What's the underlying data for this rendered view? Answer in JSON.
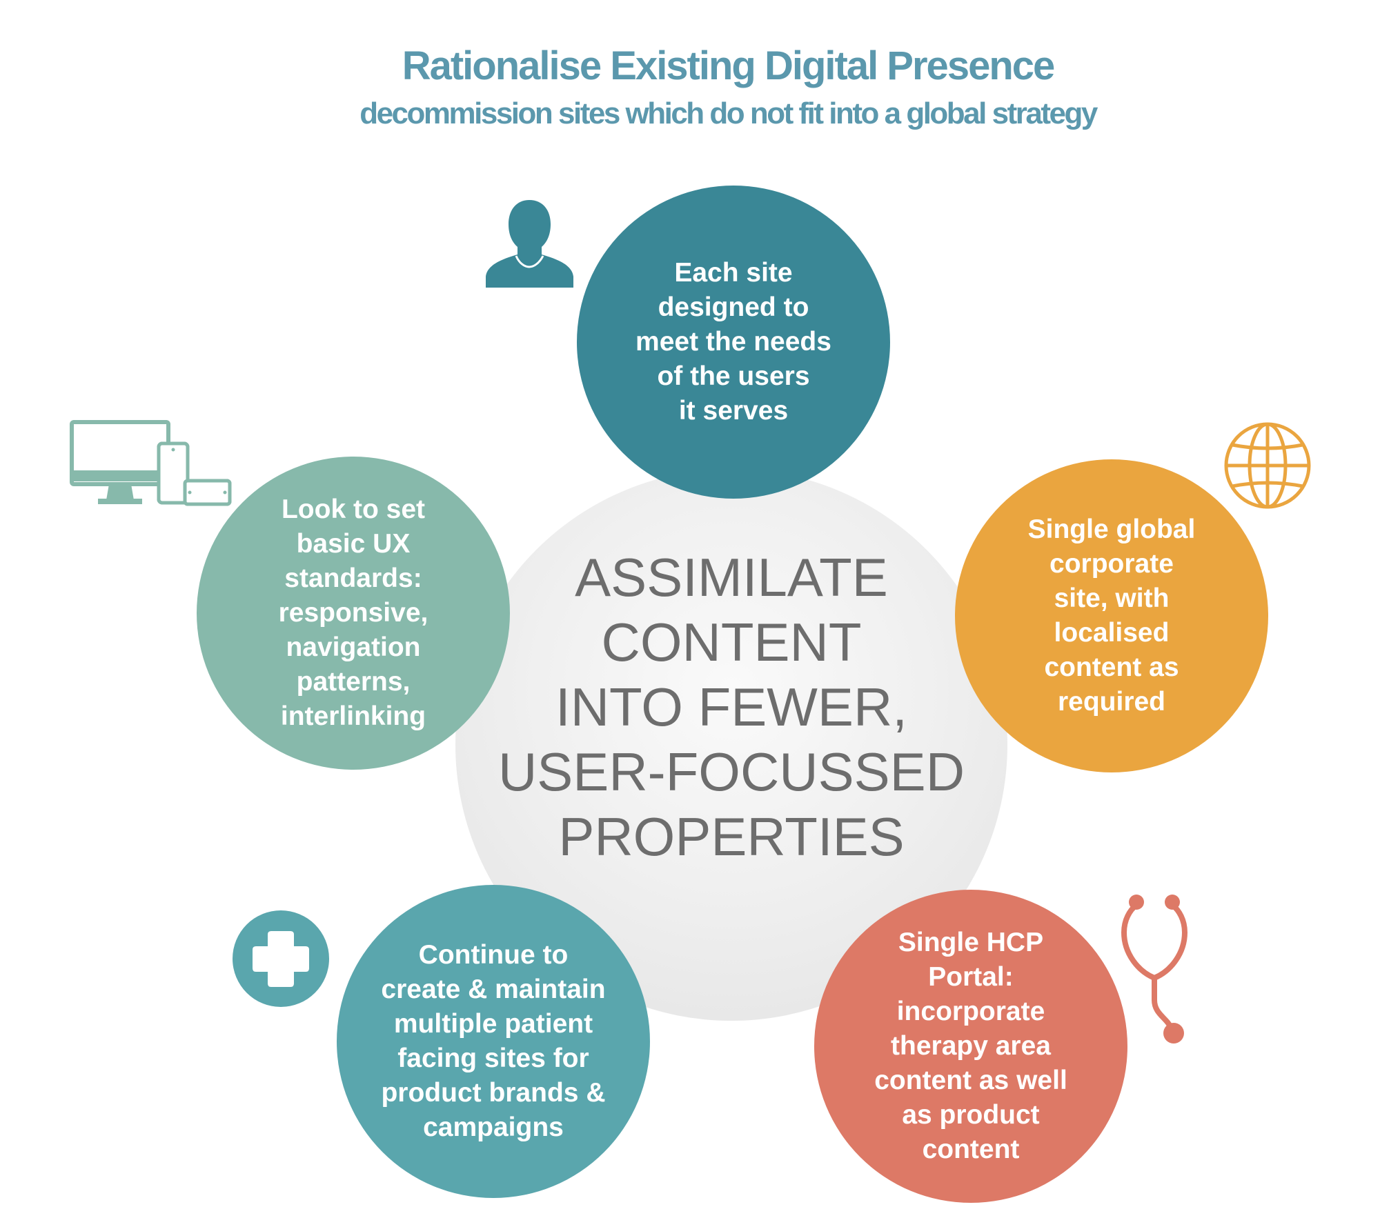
{
  "header": {
    "title": "Rationalise Existing Digital Presence",
    "subtitle": "decommission sites which do not fit into a global strategy"
  },
  "center": {
    "lines": [
      "ASSIMILATE",
      "CONTENT",
      "INTO FEWER,",
      "USER-FOCUSSED",
      "PROPERTIES"
    ]
  },
  "bubbles": {
    "top": {
      "color": "#3a8796",
      "icon": "user-icon",
      "lines": [
        "Each site",
        "designed to",
        "meet the needs",
        "of the users",
        "it serves"
      ]
    },
    "right": {
      "color": "#eaa53f",
      "icon": "globe-icon",
      "lines": [
        "Single global",
        "corporate",
        "site, with",
        "localised",
        "content as",
        "required"
      ]
    },
    "bottom_right": {
      "color": "#dd7966",
      "icon": "stethoscope-icon",
      "lines": [
        "Single HCP",
        "Portal:",
        "incorporate",
        "therapy area",
        "content as well",
        "as product",
        "content"
      ]
    },
    "bottom_left": {
      "color": "#5aa6ad",
      "icon": "medical-cross-icon",
      "lines": [
        "Continue to",
        "create & maintain",
        "multiple patient",
        "facing sites for",
        "product brands &",
        "campaigns"
      ]
    },
    "left": {
      "color": "#87b9ab",
      "icon": "devices-icon",
      "lines": [
        "Look to set",
        "basic UX",
        "standards:",
        "responsive,",
        "navigation",
        "patterns,",
        "interlinking"
      ]
    }
  }
}
